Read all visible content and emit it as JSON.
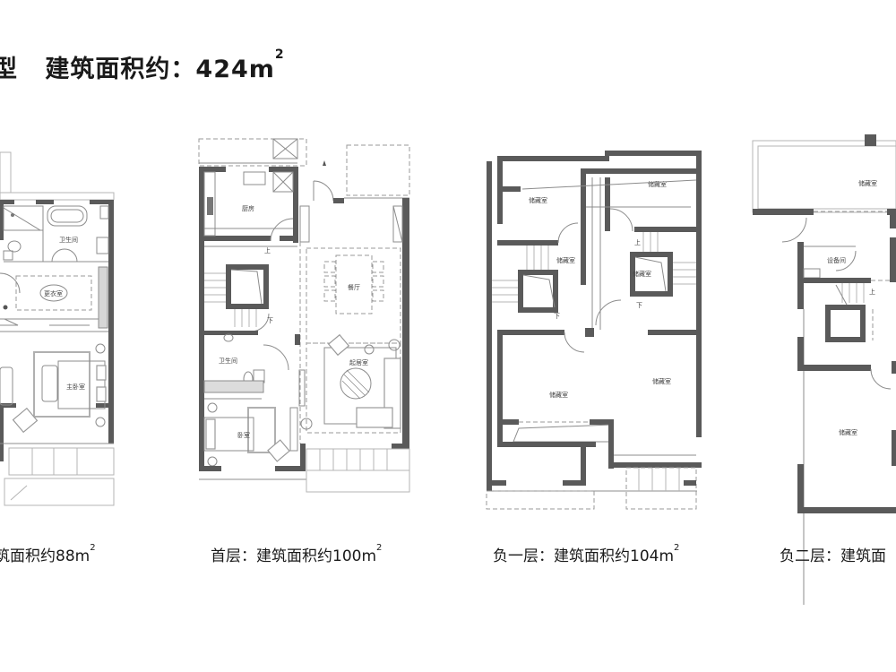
{
  "header": {
    "type_suffix": "型",
    "area_label": "建筑面积约：424m",
    "area_sup": "2"
  },
  "plans": [
    {
      "id": "second-floor",
      "caption": "筑面积约88m",
      "caption_sup": "2",
      "rooms": {
        "bathroom": "卫生间",
        "closet": "更衣室",
        "master_bedroom": "主卧室"
      }
    },
    {
      "id": "ground-floor",
      "caption": "首层：建筑面积约100m",
      "caption_sup": "2",
      "rooms": {
        "kitchen": "厨房",
        "dining": "餐厅",
        "bathroom": "卫生间",
        "living": "起居室",
        "bedroom": "卧室"
      },
      "stair_up": "上",
      "stair_down": "下"
    },
    {
      "id": "basement-1",
      "caption": "负一层：建筑面积约104m",
      "caption_sup": "2",
      "rooms": {
        "storage_nw": "储藏室",
        "storage_ne": "储藏室",
        "storage_stair_l": "储藏室",
        "storage_stair_r": "储藏室",
        "storage_sw": "储藏室",
        "storage_se": "储藏室"
      },
      "stair_up": "上",
      "stair_down": "下"
    },
    {
      "id": "basement-2",
      "caption": "负二层：建筑面",
      "rooms": {
        "storage_top": "储藏室",
        "equipment": "设备间",
        "storage_bottom": "储藏室"
      },
      "stair_up": "上"
    }
  ],
  "colors": {
    "wall": "#5a5a5a",
    "line": "#8c8c8c",
    "text": "#1a1a1a"
  }
}
